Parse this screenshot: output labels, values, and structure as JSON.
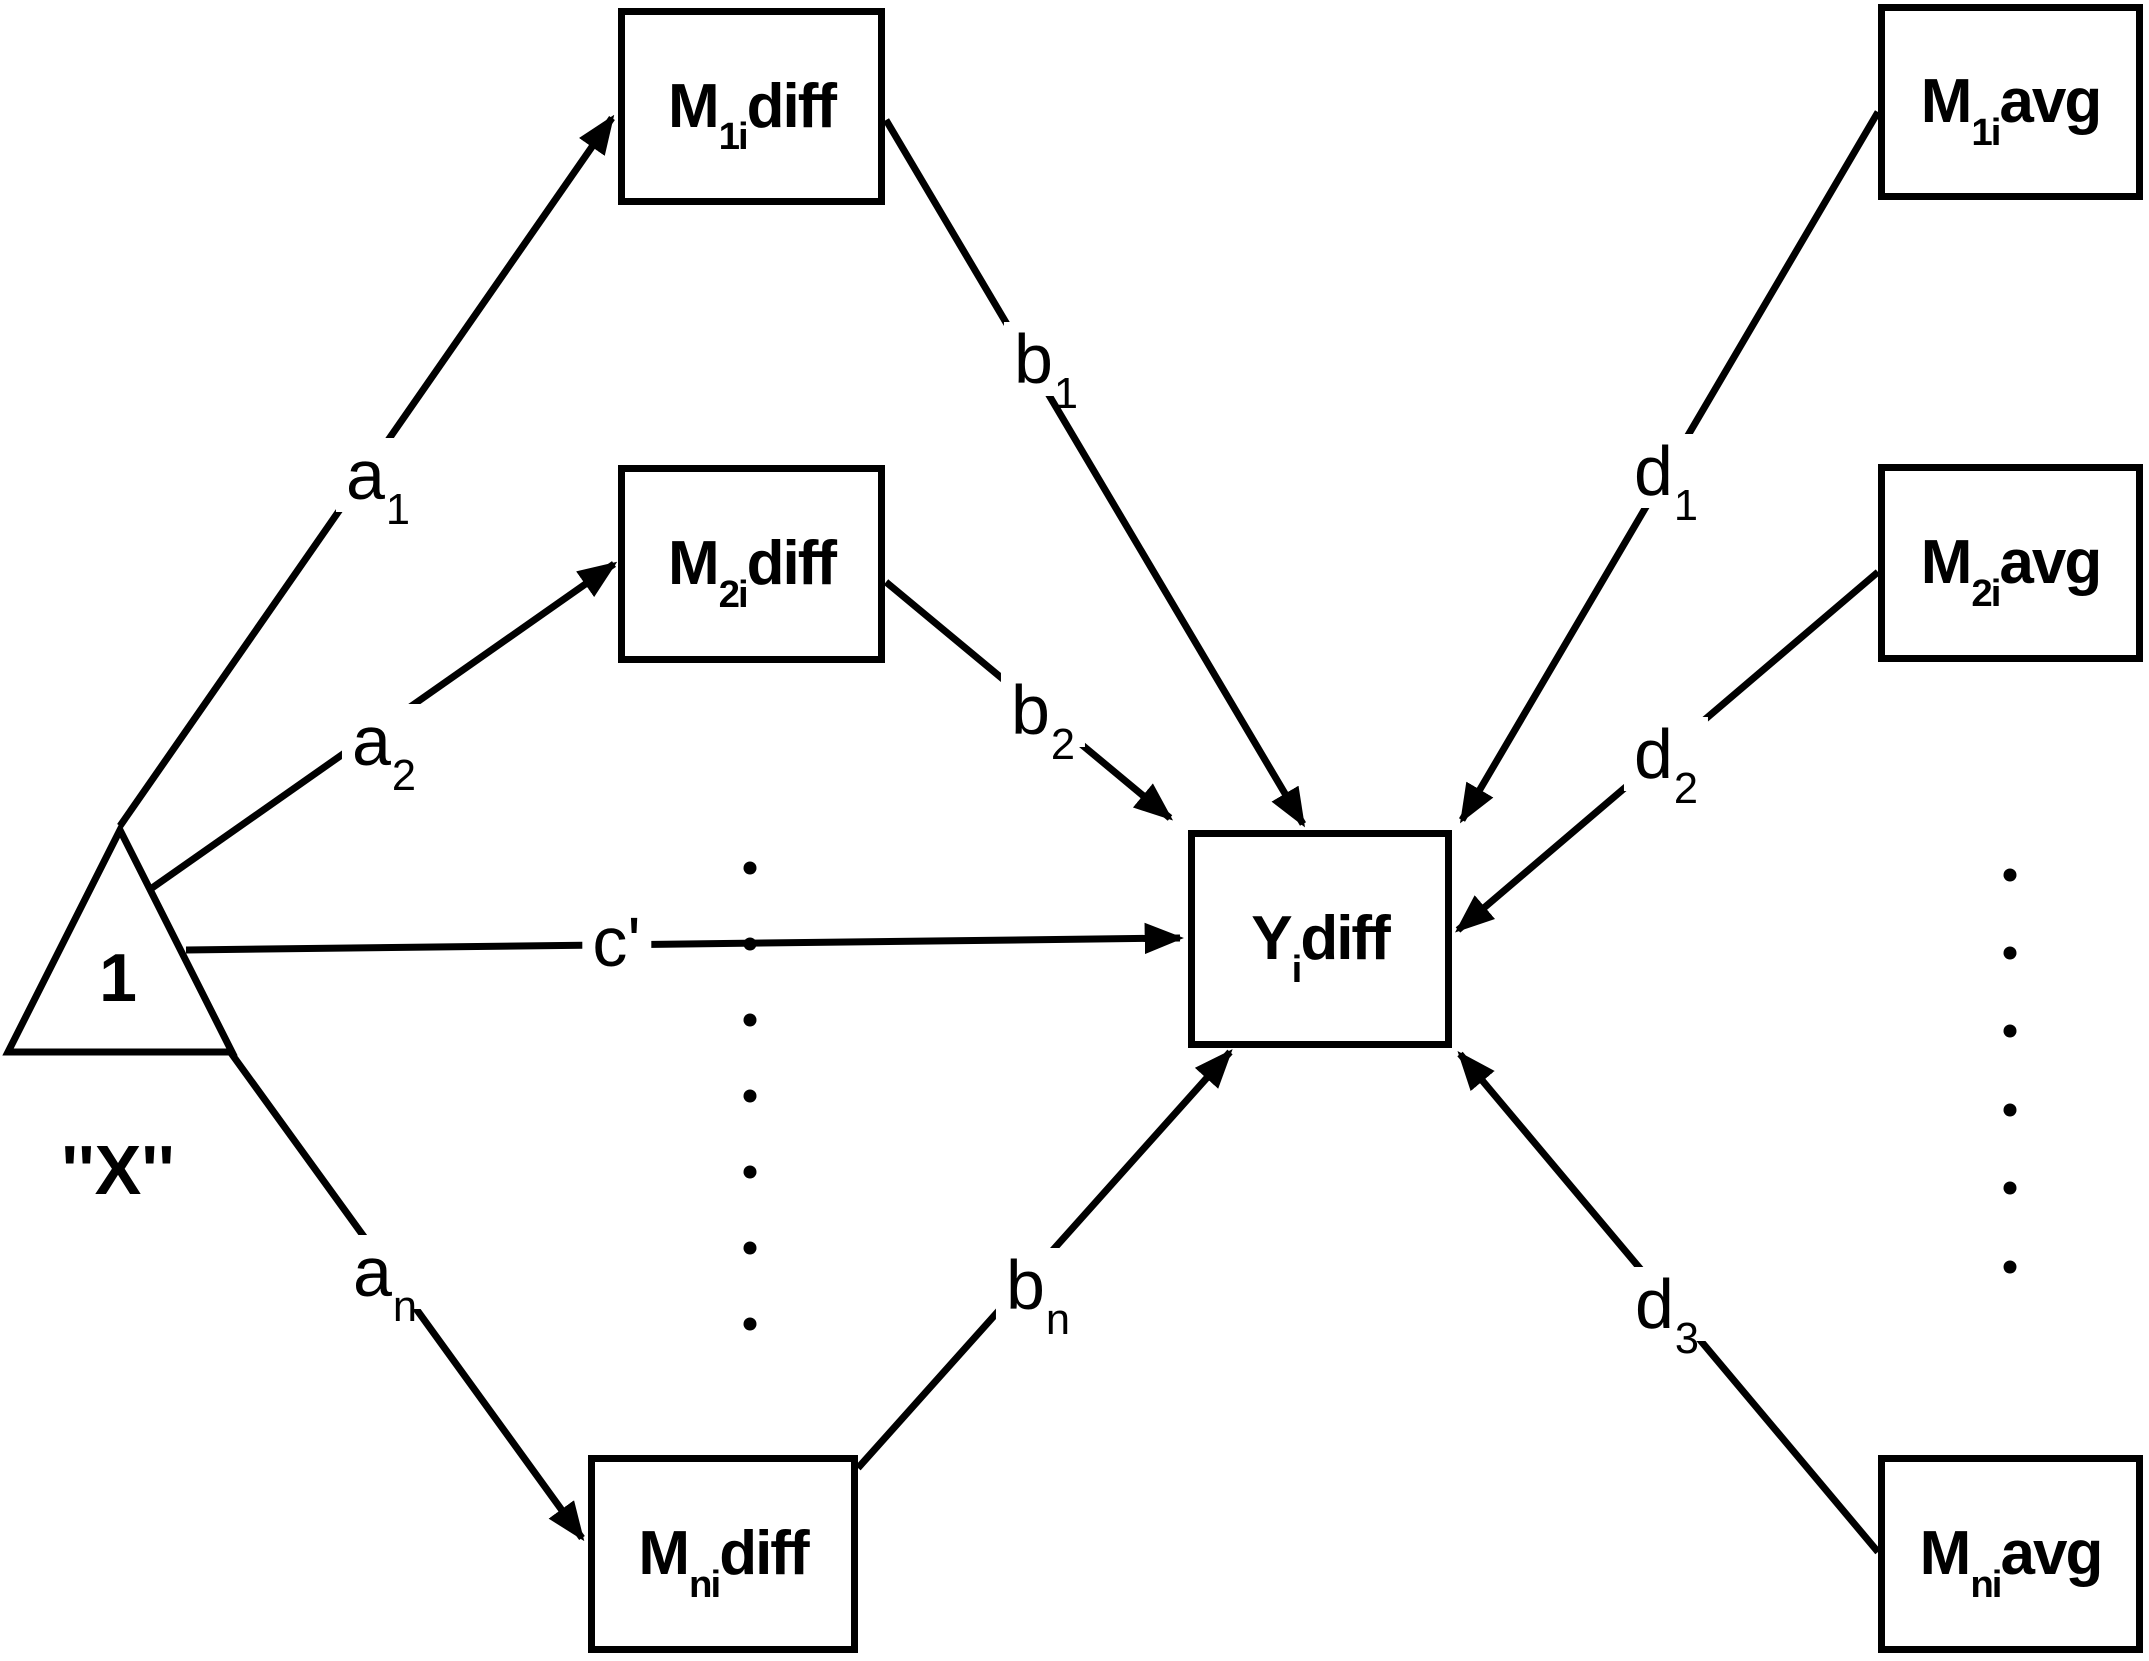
{
  "diagram": {
    "colors": {
      "line": "#000000",
      "background": "#ffffff",
      "text": "#000000"
    },
    "nodes": {
      "x": {
        "shape": "triangle",
        "label": "1",
        "caption": "''X''"
      },
      "m1diff": {
        "main": "M",
        "sub": "1i",
        "suffix": "diff"
      },
      "m2diff": {
        "main": "M",
        "sub": "2i",
        "suffix": "diff"
      },
      "mndiff": {
        "main": "M",
        "sub": "ni",
        "suffix": "diff"
      },
      "ydiff": {
        "main": "Y",
        "sub": "i",
        "suffix": "diff"
      },
      "m1avg": {
        "main": "M",
        "sub": "1i",
        "suffix": "avg"
      },
      "m2avg": {
        "main": "M",
        "sub": "2i",
        "suffix": "avg"
      },
      "mnavg": {
        "main": "M",
        "sub": "ni",
        "suffix": "avg"
      }
    },
    "edges": {
      "a1": {
        "main": "a",
        "sub": "1"
      },
      "a2": {
        "main": "a",
        "sub": "2"
      },
      "an": {
        "main": "a",
        "sub": "n"
      },
      "b1": {
        "main": "b",
        "sub": "1"
      },
      "b2": {
        "main": "b",
        "sub": "2"
      },
      "bn": {
        "main": "b",
        "sub": "n"
      },
      "cprime": {
        "main": "c'",
        "sub": ""
      },
      "d1": {
        "main": "d",
        "sub": "1"
      },
      "d2": {
        "main": "d",
        "sub": "2"
      },
      "d3": {
        "main": "d",
        "sub": "3"
      }
    },
    "ellipsis": {
      "middle": "vertical-dots",
      "right": "vertical-dots"
    }
  }
}
